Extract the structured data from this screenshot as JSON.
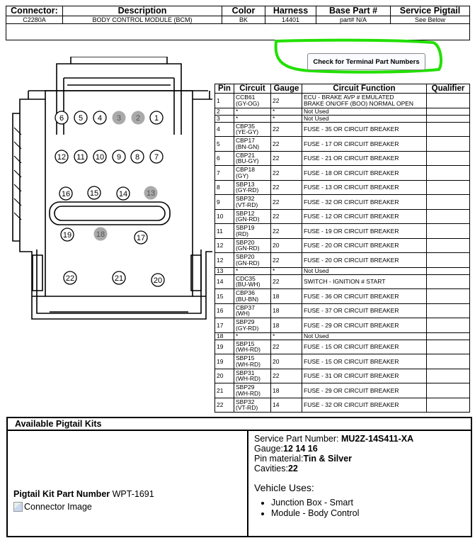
{
  "header": {
    "columns": [
      "Connector:",
      "Description",
      "Color",
      "Harness",
      "Base Part #",
      "Service Pigtail"
    ],
    "values": [
      "C2280A",
      "BODY CONTROL MODULE (BCM)",
      "BK",
      "14401",
      "part# N/A",
      "See Below"
    ]
  },
  "check_button_label": "Check for Terminal Part Numbers",
  "connector": {
    "pins_white": [
      "6",
      "5",
      "4",
      "1",
      "12",
      "11",
      "10",
      "9",
      "8",
      "7",
      "16",
      "15",
      "14",
      "19",
      "17",
      "22",
      "21",
      "20"
    ],
    "pins_gray": [
      "3",
      "2",
      "13",
      "18"
    ]
  },
  "pin_table": {
    "headers": [
      "Pin",
      "Circuit",
      "Gauge",
      "Circuit Function",
      "Qualifier"
    ],
    "rows": [
      {
        "pin": "1",
        "circuit": [
          "CCB61",
          "(GY-OG)"
        ],
        "gauge": "22",
        "function": [
          "ECU - BRAKE AVP # EMULATED",
          "BRAKE ON/OFF (BOO) NORMAL OPEN"
        ],
        "qualifier": ""
      },
      {
        "pin": "2",
        "circuit": [
          "*"
        ],
        "gauge": "*",
        "function": [
          "Not Used"
        ],
        "qualifier": ""
      },
      {
        "pin": "3",
        "circuit": [
          "*"
        ],
        "gauge": "*",
        "function": [
          "Not Used"
        ],
        "qualifier": ""
      },
      {
        "pin": "4",
        "circuit": [
          "CBP35",
          "(YE-GY)"
        ],
        "gauge": "22",
        "function": [
          "FUSE - 35 OR CIRCUIT BREAKER"
        ],
        "qualifier": ""
      },
      {
        "pin": "5",
        "circuit": [
          "CBP17",
          "(BN-GN)"
        ],
        "gauge": "22",
        "function": [
          "FUSE - 17 OR CIRCUIT BREAKER"
        ],
        "qualifier": ""
      },
      {
        "pin": "6",
        "circuit": [
          "CBP21",
          "(BU-GY)"
        ],
        "gauge": "22",
        "function": [
          "FUSE - 21 OR CIRCUIT BREAKER"
        ],
        "qualifier": ""
      },
      {
        "pin": "7",
        "circuit": [
          "CBP18",
          "(GY)"
        ],
        "gauge": "22",
        "function": [
          "FUSE - 18 OR CIRCUIT BREAKER"
        ],
        "qualifier": ""
      },
      {
        "pin": "8",
        "circuit": [
          "SBP13",
          "(GY-RD)"
        ],
        "gauge": "22",
        "function": [
          "FUSE - 13 OR CIRCUIT BREAKER"
        ],
        "qualifier": ""
      },
      {
        "pin": "9",
        "circuit": [
          "SBP32",
          "(VT-RD)"
        ],
        "gauge": "22",
        "function": [
          "FUSE - 32 OR CIRCUIT BREAKER"
        ],
        "qualifier": ""
      },
      {
        "pin": "10",
        "circuit": [
          "SBP12",
          "(GN-RD)"
        ],
        "gauge": "22",
        "function": [
          "FUSE - 12 OR CIRCUIT BREAKER"
        ],
        "qualifier": ""
      },
      {
        "pin": "11",
        "circuit": [
          "SBP19",
          "(RD)"
        ],
        "gauge": "22",
        "function": [
          "FUSE - 19 OR CIRCUIT BREAKER"
        ],
        "qualifier": ""
      },
      {
        "pin": "12",
        "circuit": [
          "SBP20",
          "(GN-RD)"
        ],
        "gauge": "20",
        "function": [
          "FUSE - 20 OR CIRCUIT BREAKER"
        ],
        "qualifier": ""
      },
      {
        "pin": "12",
        "circuit": [
          "SBP20",
          "(GN-RD)"
        ],
        "gauge": "22",
        "function": [
          "FUSE - 20 OR CIRCUIT BREAKER"
        ],
        "qualifier": ""
      },
      {
        "pin": "13",
        "circuit": [
          "*"
        ],
        "gauge": "*",
        "function": [
          "Not Used"
        ],
        "qualifier": ""
      },
      {
        "pin": "14",
        "circuit": [
          "CDC35",
          "(BU-WH)"
        ],
        "gauge": "22",
        "function": [
          "SWITCH - IGNITION # START"
        ],
        "qualifier": ""
      },
      {
        "pin": "15",
        "circuit": [
          "CBP36",
          "(BU-BN)"
        ],
        "gauge": "18",
        "function": [
          "FUSE - 36 OR CIRCUIT BREAKER"
        ],
        "qualifier": ""
      },
      {
        "pin": "16",
        "circuit": [
          "CBP37",
          "(WH)"
        ],
        "gauge": "18",
        "function": [
          "FUSE - 37 OR CIRCUIT BREAKER"
        ],
        "qualifier": ""
      },
      {
        "pin": "17",
        "circuit": [
          "SBP29",
          "(GY-RD)"
        ],
        "gauge": "18",
        "function": [
          "FUSE - 29 OR CIRCUIT BREAKER"
        ],
        "qualifier": ""
      },
      {
        "pin": "18",
        "circuit": [
          "*"
        ],
        "gauge": "*",
        "function": [
          "Not Used"
        ],
        "qualifier": ""
      },
      {
        "pin": "19",
        "circuit": [
          "SBP15",
          "(WH-RD)"
        ],
        "gauge": "22",
        "function": [
          "FUSE - 15 OR CIRCUIT BREAKER"
        ],
        "qualifier": ""
      },
      {
        "pin": "19",
        "circuit": [
          "SBP15",
          "(WH-RD)"
        ],
        "gauge": "20",
        "function": [
          "FUSE - 15 OR CIRCUIT BREAKER"
        ],
        "qualifier": ""
      },
      {
        "pin": "20",
        "circuit": [
          "SBP31",
          "(WH-RD)"
        ],
        "gauge": "22",
        "function": [
          "FUSE - 31 OR CIRCUIT BREAKER"
        ],
        "qualifier": ""
      },
      {
        "pin": "21",
        "circuit": [
          "SBP29",
          "(WH-RD)"
        ],
        "gauge": "18",
        "function": [
          "FUSE - 29 OR CIRCUIT BREAKER"
        ],
        "qualifier": ""
      },
      {
        "pin": "22",
        "circuit": [
          "SBP32",
          "(VT-RD)"
        ],
        "gauge": "14",
        "function": [
          "FUSE - 32 OR CIRCUIT BREAKER"
        ],
        "qualifier": ""
      }
    ]
  },
  "pigtail": {
    "title": "Available Pigtail Kits",
    "kit_label": "Pigtail Kit Part Number",
    "kit_number": "WPT-1691",
    "image_alt": "Connector Image",
    "service_part_label": "Service Part Number: ",
    "service_part_value": "MU2Z-14S411-XA",
    "gauge_label": "Gauge:",
    "gauge_value": "12 14 16",
    "pin_material_label": "Pin material:",
    "pin_material_value": "Tin & Silver",
    "cavities_label": "Cavities:",
    "cavities_value": "22",
    "vehicle_uses_label": "Vehicle Uses:",
    "vehicle_uses": [
      "Junction Box - Smart",
      "Module - Body Control"
    ]
  },
  "colors": {
    "highlight": "#22e000",
    "pin_gray": "#aaaaaa"
  }
}
